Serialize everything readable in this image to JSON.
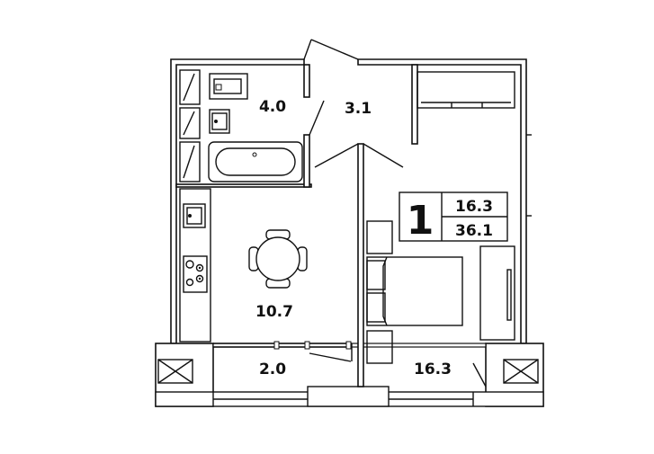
{
  "rooms": {
    "bathroom_area": "4.0",
    "hall_area": "3.1",
    "kitchen_area": "10.7",
    "balcony_area": "2.0",
    "bedroom_area": "16.3"
  },
  "summary": {
    "room_count": "1",
    "living_area": "16.3",
    "total_area": "36.1"
  },
  "colors": {
    "line": "#111111",
    "background": "#ffffff"
  }
}
